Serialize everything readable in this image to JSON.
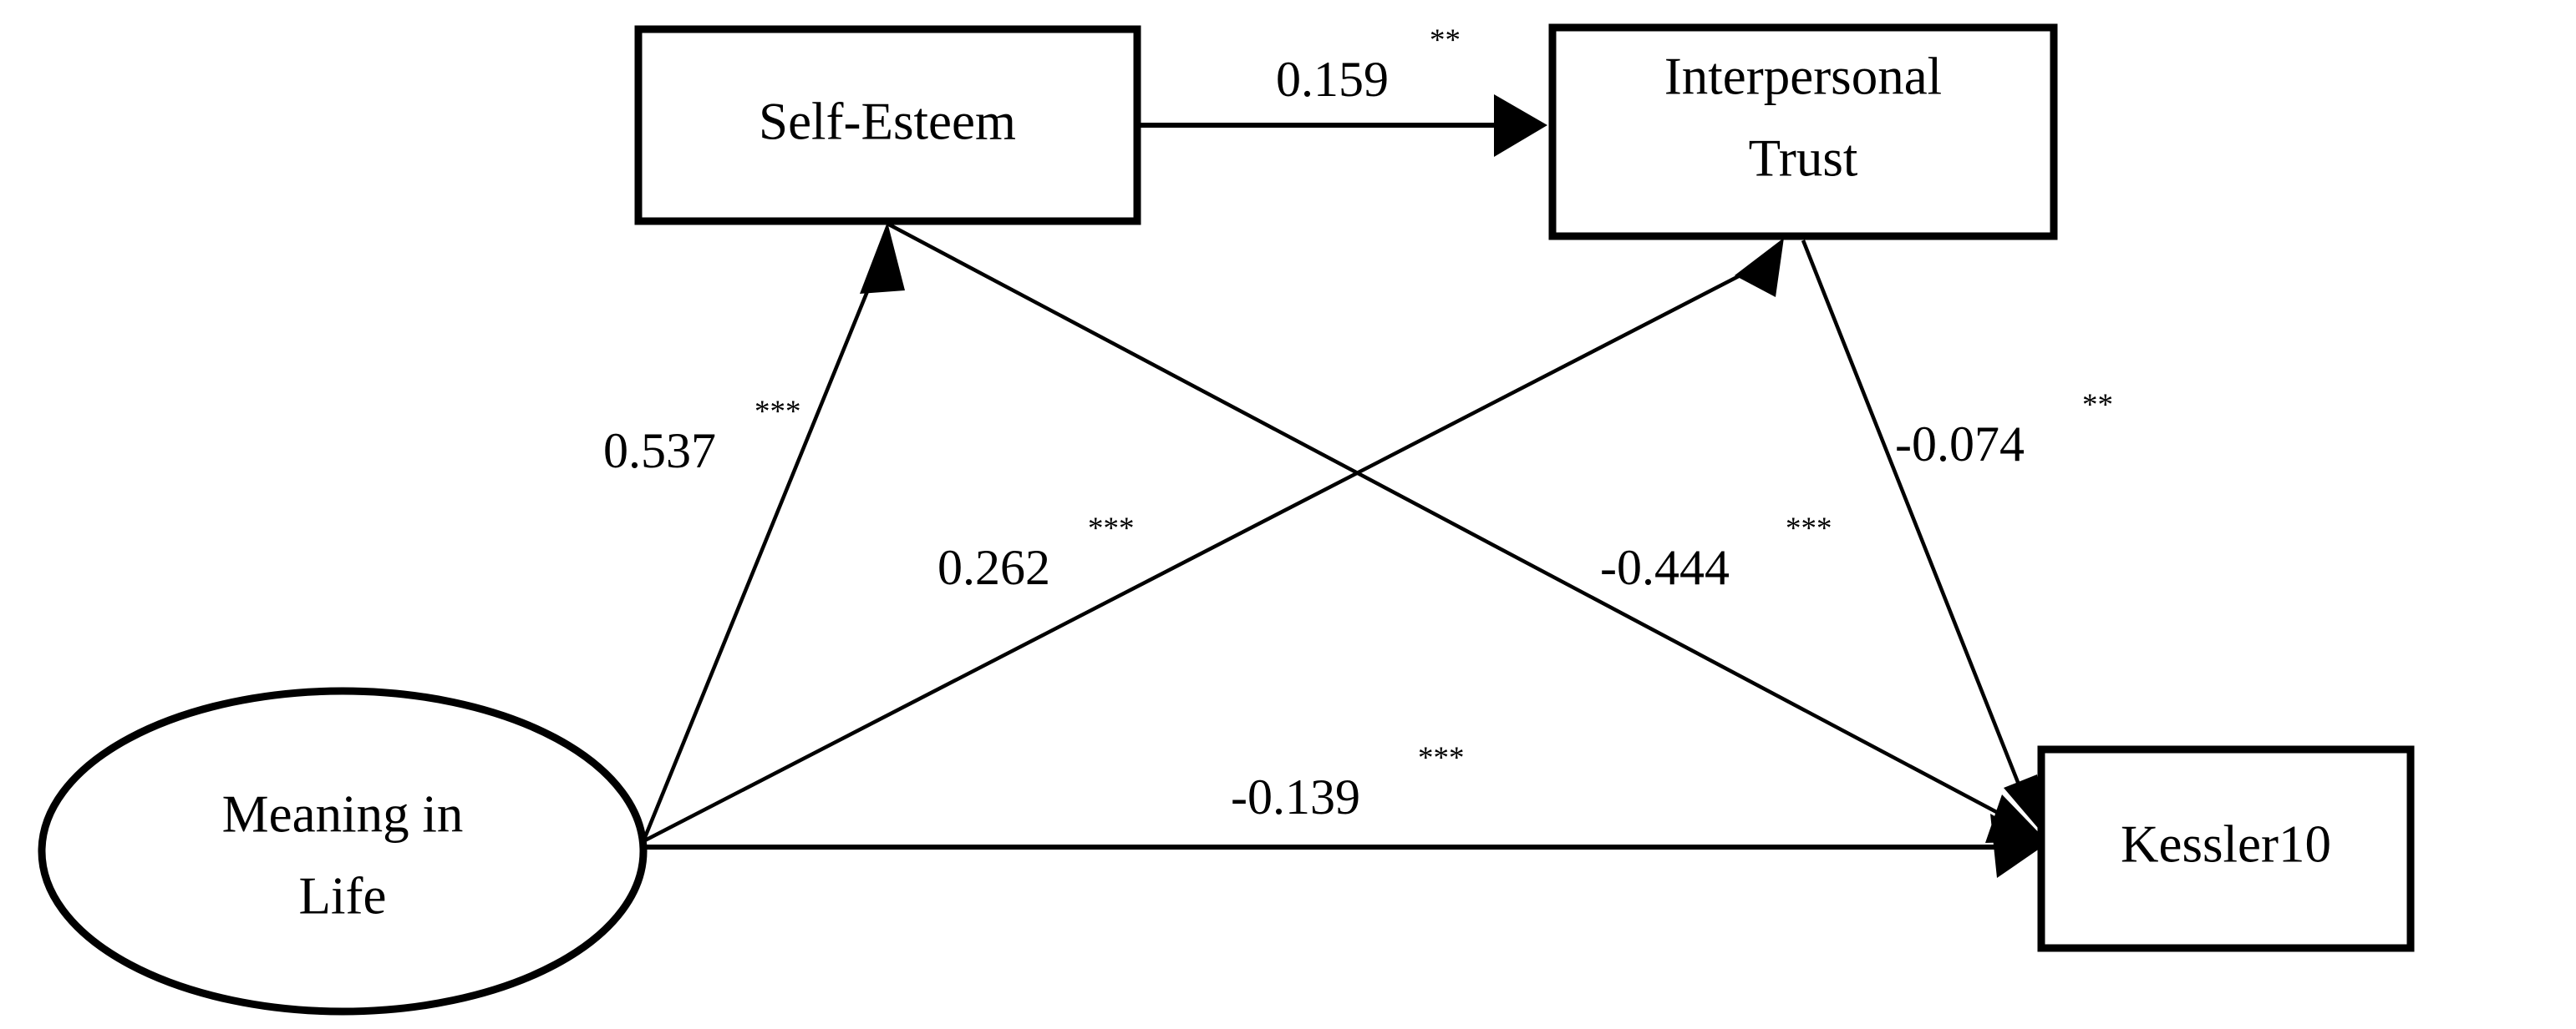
{
  "figure": {
    "type": "path-diagram",
    "background_color": "#ffffff",
    "stroke_color": "#000000"
  },
  "nodes": [
    {
      "id": "meaning-in-life",
      "shape": "ellipse",
      "label_line1": "Meaning in",
      "label_line2": "Life"
    },
    {
      "id": "self-esteem",
      "shape": "rectangle",
      "label_line1": "Self-Esteem",
      "label_line2": ""
    },
    {
      "id": "interpersonal-trust",
      "shape": "rectangle",
      "label_line1": "Interpersonal",
      "label_line2": "Trust"
    },
    {
      "id": "kessler10",
      "shape": "rectangle",
      "label_line1": "Kessler10",
      "label_line2": ""
    }
  ],
  "edges": [
    {
      "id": "self-esteem-to-interpersonal-trust",
      "from": "self-esteem",
      "to": "interpersonal-trust",
      "coefficient": "0.159",
      "significance": "**"
    },
    {
      "id": "meaning-in-life-to-self-esteem",
      "from": "meaning-in-life",
      "to": "self-esteem",
      "coefficient": "0.537",
      "significance": "***"
    },
    {
      "id": "meaning-in-life-to-interpersonal-trust",
      "from": "meaning-in-life",
      "to": "interpersonal-trust",
      "coefficient": "0.262",
      "significance": "***"
    },
    {
      "id": "self-esteem-to-kessler10",
      "from": "self-esteem",
      "to": "kessler10",
      "coefficient": "-0.444",
      "significance": "***"
    },
    {
      "id": "interpersonal-trust-to-kessler10",
      "from": "interpersonal-trust",
      "to": "kessler10",
      "coefficient": "-0.074",
      "significance": "**"
    },
    {
      "id": "meaning-in-life-to-kessler10",
      "from": "meaning-in-life",
      "to": "kessler10",
      "coefficient": "-0.139",
      "significance": "***"
    }
  ],
  "chart_data": {
    "type": "diagram",
    "title": "",
    "nodes": [
      "Meaning in Life",
      "Self-Esteem",
      "Interpersonal Trust",
      "Kessler10"
    ],
    "paths": [
      {
        "from": "Self-Esteem",
        "to": "Interpersonal Trust",
        "estimate": 0.159,
        "sig": "**"
      },
      {
        "from": "Meaning in Life",
        "to": "Self-Esteem",
        "estimate": 0.537,
        "sig": "***"
      },
      {
        "from": "Meaning in Life",
        "to": "Interpersonal Trust",
        "estimate": 0.262,
        "sig": "***"
      },
      {
        "from": "Self-Esteem",
        "to": "Kessler10",
        "estimate": -0.444,
        "sig": "***"
      },
      {
        "from": "Interpersonal Trust",
        "to": "Kessler10",
        "estimate": -0.074,
        "sig": "**"
      },
      {
        "from": "Meaning in Life",
        "to": "Kessler10",
        "estimate": -0.139,
        "sig": "***"
      }
    ]
  }
}
